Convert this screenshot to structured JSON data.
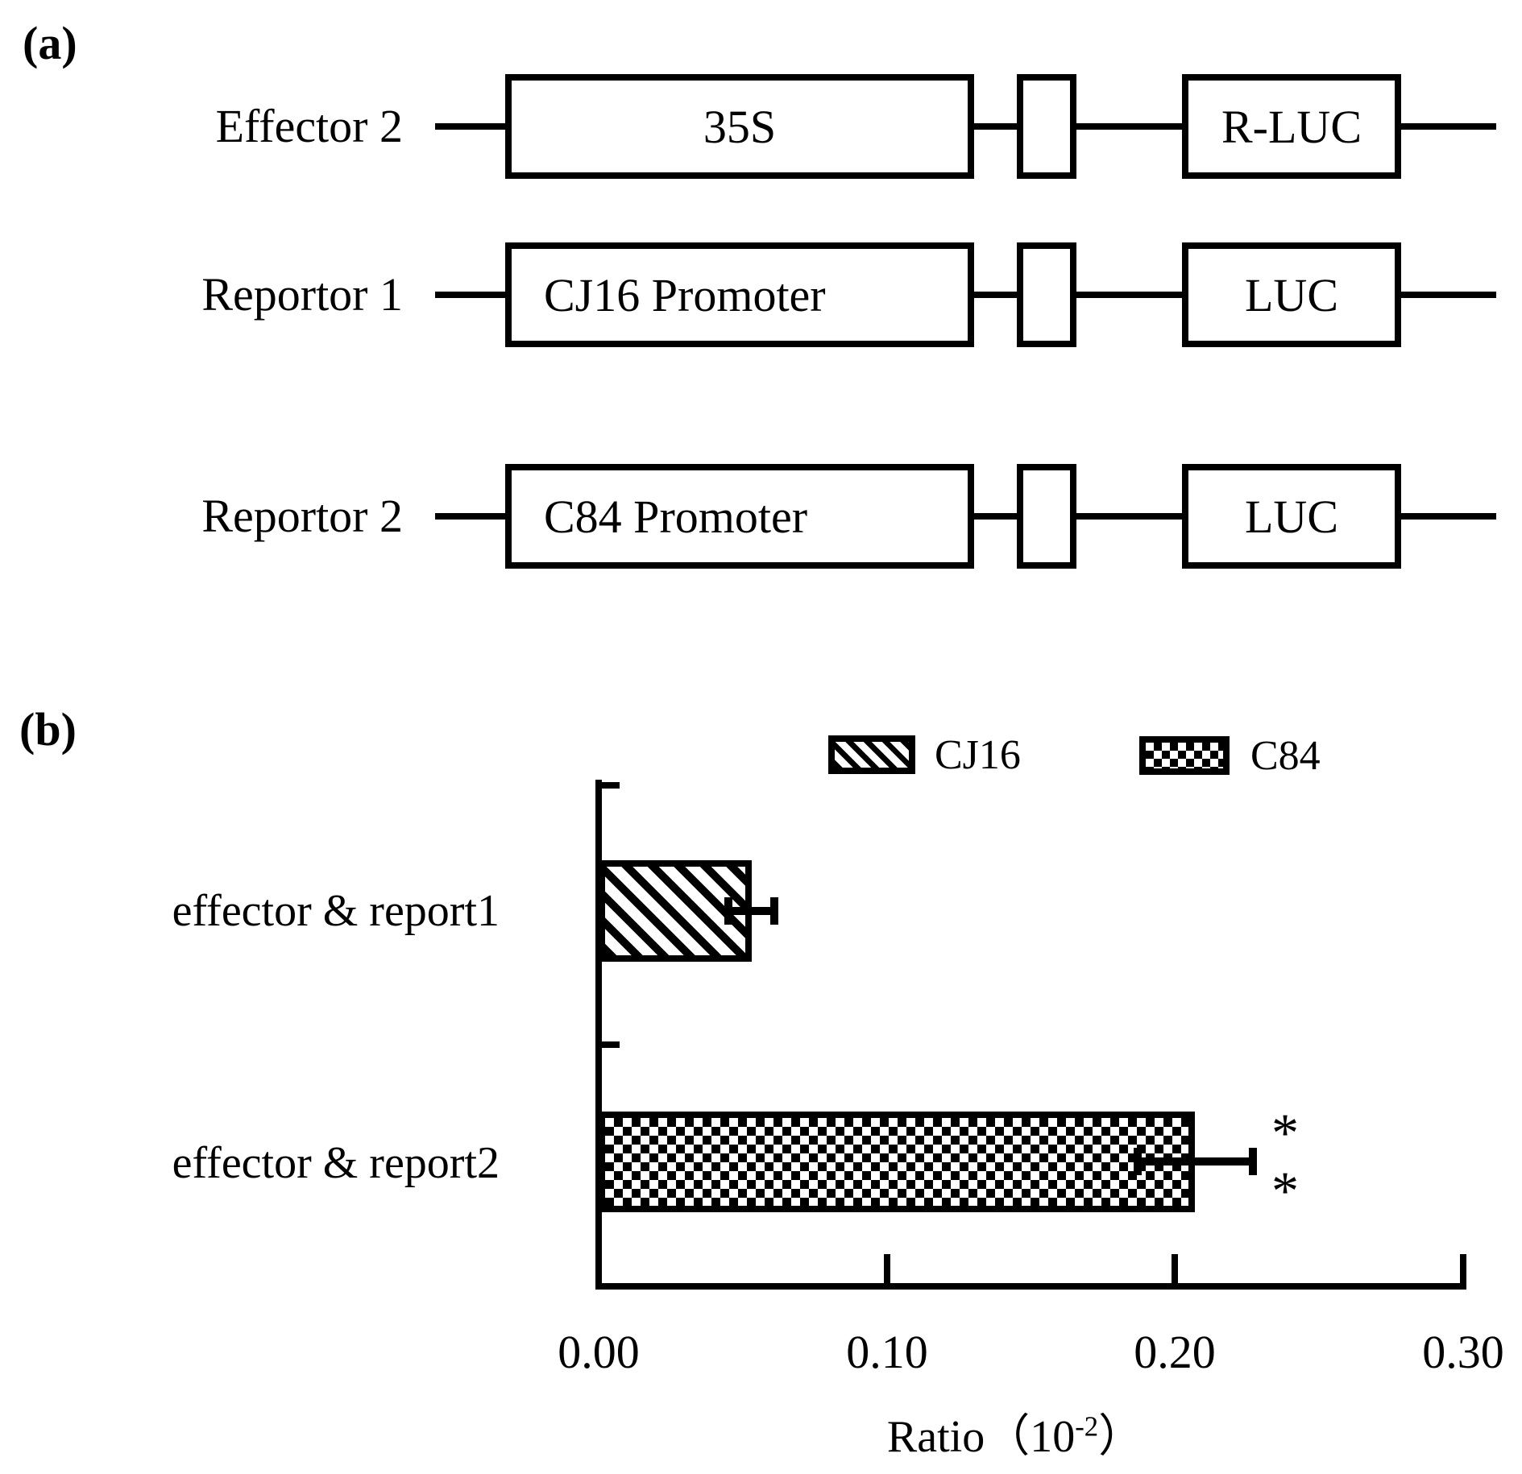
{
  "figure": {
    "background": "#ffffff",
    "ink": "#000000"
  },
  "panel_a": {
    "label": "(a)",
    "rows": [
      {
        "name": "Effector 2",
        "promoter": "35S",
        "reporter": "R-LUC"
      },
      {
        "name": "Reportor 1",
        "promoter": "CJ16 Promoter",
        "reporter": "LUC"
      },
      {
        "name": "Reportor 2",
        "promoter": "C84 Promoter",
        "reporter": "LUC"
      }
    ]
  },
  "panel_b": {
    "label": "(b)"
  },
  "chart_data": {
    "type": "bar",
    "orientation": "horizontal",
    "categories": [
      "effector & report1",
      "effector & report2"
    ],
    "values": [
      0.053,
      0.207
    ],
    "errors": [
      0.008,
      0.02
    ],
    "series": [
      {
        "name": "CJ16",
        "pattern": "diagonal-hatch",
        "value": 0.053,
        "error": 0.008
      },
      {
        "name": "C84",
        "pattern": "checkerboard",
        "value": 0.207,
        "error": 0.02
      }
    ],
    "legend": [
      {
        "label": "CJ16",
        "pattern": "diagonal-hatch"
      },
      {
        "label": "C84",
        "pattern": "checkerboard"
      }
    ],
    "legend_position": "top",
    "grid": false,
    "xlim": [
      0,
      0.3
    ],
    "x_ticks": [
      0,
      0.1,
      0.2,
      0.3
    ],
    "x_tick_labels": [
      "0.00",
      "0.10",
      "0.20",
      "0.30"
    ],
    "xlabel_prefix": "Ratio（10",
    "xlabel_sup": "-2",
    "xlabel_suffix": "）",
    "significance": {
      "bar_index": 1,
      "marks": [
        "*",
        "*"
      ]
    }
  }
}
